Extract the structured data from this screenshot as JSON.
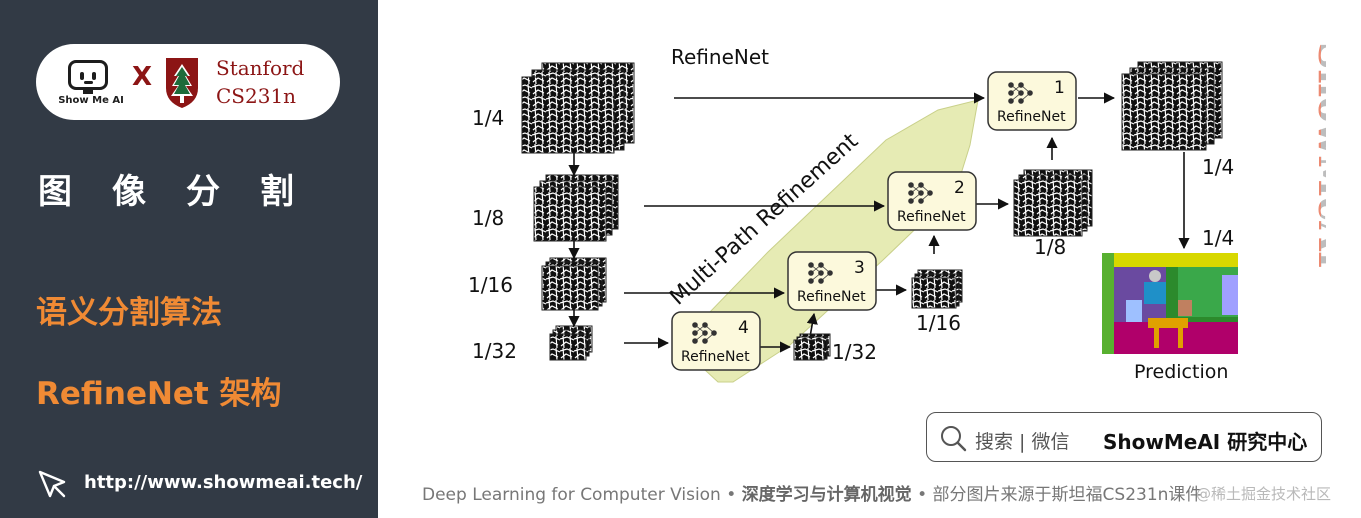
{
  "sidebar": {
    "brand": {
      "showme_text": "Show Me AI",
      "separator": "X",
      "stanford_name": "Stanford",
      "course": "CS231n"
    },
    "section_title": "图像分割",
    "topic": "语义分割算法",
    "subtopic": "RefineNet 架构",
    "url": "http://www.showmeai.tech/",
    "colors": {
      "background": "#323a45",
      "accent": "#f08a34",
      "stanford_red": "#8c1515"
    }
  },
  "diagram": {
    "title": "RefineNet",
    "arrow_label": "Multi-Path Refinement",
    "input_scales": [
      "1/4",
      "1/8",
      "1/16",
      "1/32"
    ],
    "blocks": [
      {
        "id": "1",
        "label": "RefineNet"
      },
      {
        "id": "2",
        "label": "RefineNet"
      },
      {
        "id": "3",
        "label": "RefineNet"
      },
      {
        "id": "4",
        "label": "RefineNet"
      }
    ],
    "output_scales": [
      "1/4",
      "1/8",
      "1/16",
      "1/32"
    ],
    "result_scale": "1/4",
    "result_label": "Prediction",
    "colors": {
      "block_fill": "#fcf9dc",
      "big_arrow": "#e6ebb4"
    }
  },
  "watermark": {
    "vertical_text": "ShowMeAI"
  },
  "search": {
    "prefix": "搜索 | 微信",
    "brand": "ShowMeAI 研究中心"
  },
  "footer": {
    "left": "Deep Learning for Computer Vision",
    "dot": "•",
    "middle": "深度学习与计算机视觉",
    "right": "部分图片来源于斯坦福CS231n课件",
    "watermark": "@稀土掘金技术社区"
  }
}
